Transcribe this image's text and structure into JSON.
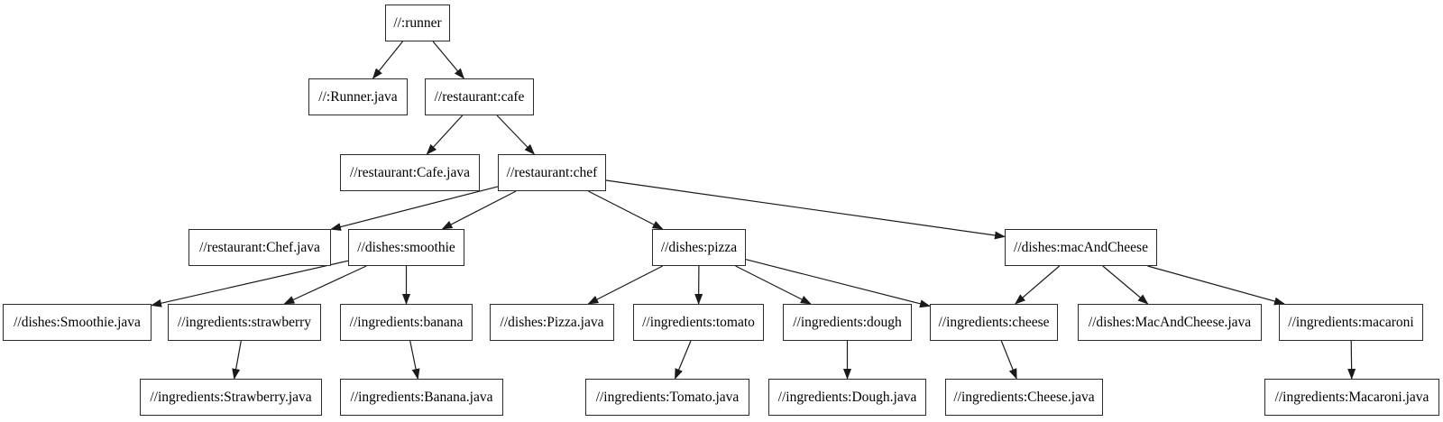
{
  "diagram": {
    "kind": "build-dependency-graph",
    "background": "#ffffff",
    "node_fill": "#ffffff",
    "node_border_color": "#2b2b2b",
    "edge_color": "#1a1a1a",
    "text_color": "#000000",
    "nodes": [
      {
        "id": "runner",
        "label": "//:runner"
      },
      {
        "id": "runner-java",
        "label": "//:Runner.java"
      },
      {
        "id": "cafe",
        "label": "//restaurant:cafe"
      },
      {
        "id": "cafe-java",
        "label": "//restaurant:Cafe.java"
      },
      {
        "id": "chef",
        "label": "//restaurant:chef"
      },
      {
        "id": "chef-java",
        "label": "//restaurant:Chef.java"
      },
      {
        "id": "smoothie",
        "label": "//dishes:smoothie"
      },
      {
        "id": "pizza",
        "label": "//dishes:pizza"
      },
      {
        "id": "mac-and-cheese",
        "label": "//dishes:macAndCheese"
      },
      {
        "id": "smoothie-java",
        "label": "//dishes:Smoothie.java"
      },
      {
        "id": "strawberry",
        "label": "//ingredients:strawberry"
      },
      {
        "id": "banana",
        "label": "//ingredients:banana"
      },
      {
        "id": "pizza-java",
        "label": "//dishes:Pizza.java"
      },
      {
        "id": "tomato",
        "label": "//ingredients:tomato"
      },
      {
        "id": "dough",
        "label": "//ingredients:dough"
      },
      {
        "id": "cheese",
        "label": "//ingredients:cheese"
      },
      {
        "id": "mac-and-cheese-java",
        "label": "//dishes:MacAndCheese.java"
      },
      {
        "id": "macaroni",
        "label": "//ingredients:macaroni"
      },
      {
        "id": "strawberry-java",
        "label": "//ingredients:Strawberry.java"
      },
      {
        "id": "banana-java",
        "label": "//ingredients:Banana.java"
      },
      {
        "id": "tomato-java",
        "label": "//ingredients:Tomato.java"
      },
      {
        "id": "dough-java",
        "label": "//ingredients:Dough.java"
      },
      {
        "id": "cheese-java",
        "label": "//ingredients:Cheese.java"
      },
      {
        "id": "macaroni-java",
        "label": "//ingredients:Macaroni.java"
      }
    ],
    "edges": [
      {
        "from": "runner",
        "to": "runner-java"
      },
      {
        "from": "runner",
        "to": "cafe"
      },
      {
        "from": "cafe",
        "to": "cafe-java"
      },
      {
        "from": "cafe",
        "to": "chef"
      },
      {
        "from": "chef",
        "to": "chef-java"
      },
      {
        "from": "chef",
        "to": "smoothie"
      },
      {
        "from": "chef",
        "to": "pizza"
      },
      {
        "from": "chef",
        "to": "mac-and-cheese"
      },
      {
        "from": "smoothie",
        "to": "smoothie-java"
      },
      {
        "from": "smoothie",
        "to": "strawberry"
      },
      {
        "from": "smoothie",
        "to": "banana"
      },
      {
        "from": "strawberry",
        "to": "strawberry-java"
      },
      {
        "from": "banana",
        "to": "banana-java"
      },
      {
        "from": "pizza",
        "to": "pizza-java"
      },
      {
        "from": "pizza",
        "to": "tomato"
      },
      {
        "from": "pizza",
        "to": "dough"
      },
      {
        "from": "pizza",
        "to": "cheese"
      },
      {
        "from": "tomato",
        "to": "tomato-java"
      },
      {
        "from": "dough",
        "to": "dough-java"
      },
      {
        "from": "cheese",
        "to": "cheese-java"
      },
      {
        "from": "mac-and-cheese",
        "to": "cheese"
      },
      {
        "from": "mac-and-cheese",
        "to": "mac-and-cheese-java"
      },
      {
        "from": "mac-and-cheese",
        "to": "macaroni"
      },
      {
        "from": "macaroni",
        "to": "macaroni-java"
      }
    ]
  }
}
